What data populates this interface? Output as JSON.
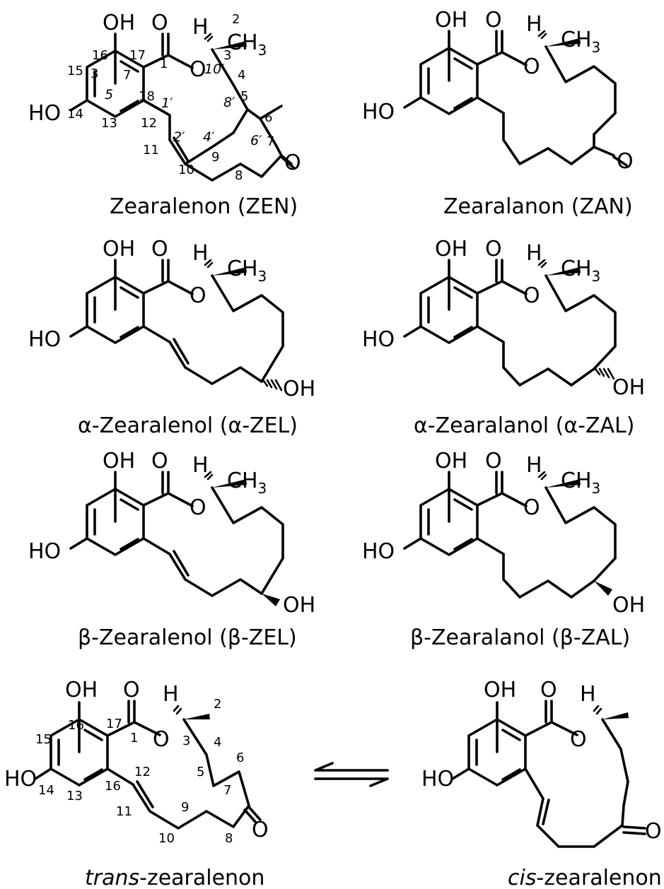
{
  "atoms": {
    "OH": "OH",
    "HO": "HO",
    "O": "O",
    "H": "H",
    "CH": "CH",
    "sub3": "3"
  },
  "compounds": [
    {
      "id": "zen",
      "name": "Zearalenon (ZEN)"
    },
    {
      "id": "zan",
      "name": "Zearalanon (ZAN)"
    },
    {
      "id": "a-zel",
      "name": "α-Zearalenol (α-ZEL)"
    },
    {
      "id": "a-zal",
      "name": "α-Zearalanol (α-ZAL)"
    },
    {
      "id": "b-zel",
      "name": "β-Zearalenol (β-ZEL)"
    },
    {
      "id": "b-zal",
      "name": "β-Zearalanol (β-ZAL)"
    }
  ],
  "isomers": {
    "trans": {
      "prefix": "trans",
      "suffix": "-zearalenon"
    },
    "cis": {
      "prefix": "cis",
      "suffix": "-zearalenon"
    }
  },
  "zen_numbering": [
    "2",
    "1",
    "3",
    "10′",
    "4",
    "8′",
    "5",
    "6",
    "6′",
    "7",
    "16",
    "17",
    "15",
    "3",
    "7",
    "5",
    "18",
    "1′",
    "14",
    "13",
    "12",
    "2′",
    "11",
    "4′",
    "10",
    "9",
    "8"
  ],
  "trans_numbering": [
    "2",
    "16",
    "17",
    "1",
    "3",
    "4",
    "15",
    "5",
    "6",
    "14",
    "13",
    "16",
    "12",
    "7",
    "9",
    "11",
    "10",
    "8"
  ]
}
